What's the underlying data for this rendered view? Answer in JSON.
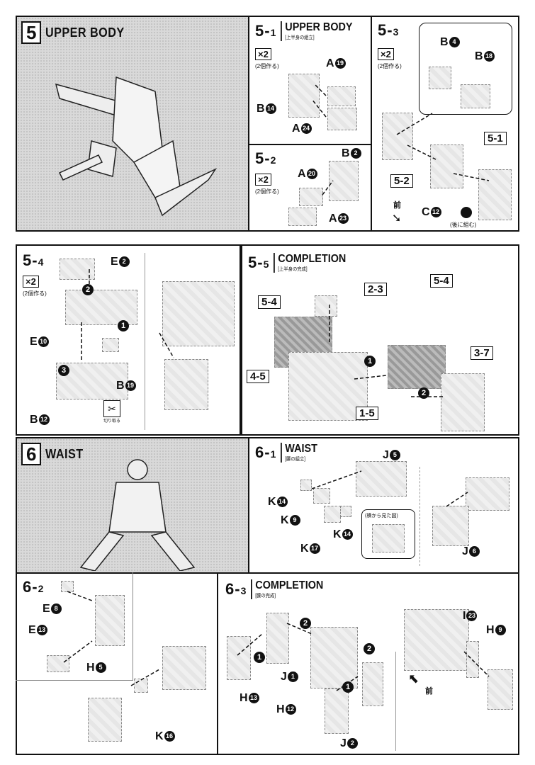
{
  "section5": {
    "number": "5",
    "title": "UPPER BODY"
  },
  "step5_1": {
    "number": "5-",
    "sub": "1",
    "title": "UPPER BODY",
    "jp": "[上半身の組立]",
    "multiplier": "×2",
    "note": "(2個作る)",
    "labels": {
      "a": "A",
      "a_num": "19",
      "b": "B",
      "b_num": "14",
      "c": "A",
      "c_num": "24"
    }
  },
  "step5_2": {
    "number": "5-",
    "sub": "2",
    "multiplier": "×2",
    "note": "(2個作る)",
    "labels": {
      "a": "A",
      "a_num": "20",
      "b": "B",
      "b_num": "2",
      "c": "A",
      "c_num": "23"
    }
  },
  "step5_3": {
    "number": "5-",
    "sub": "3",
    "multiplier": "×2",
    "note": "(2個作る)",
    "labels": {
      "a": "B",
      "a_num": "4",
      "b": "B",
      "b_num": "18",
      "c": "C",
      "c_num": "12"
    },
    "refs": {
      "r1": "5-1",
      "r2": "5-2"
    },
    "front": "前",
    "later": "(後に組む)"
  },
  "step5_4": {
    "number": "5-",
    "sub": "4",
    "multiplier": "×2",
    "note": "(2個作る)",
    "labels": {
      "a": "E",
      "a_num": "2",
      "b": "E",
      "b_num": "10",
      "c": "B",
      "c_num": "19",
      "d": "B",
      "d_num": "12"
    },
    "cut_note": "切り取る"
  },
  "step5_5": {
    "number": "5-",
    "sub": "5",
    "title": "COMPLETION",
    "jp": "[上半身の完成]",
    "refs": {
      "r1": "2-3",
      "r2": "5-4",
      "r3": "5-4",
      "r4": "3-7",
      "r5": "4-5",
      "r6": "1-5"
    }
  },
  "section6": {
    "number": "6",
    "title": "WAIST"
  },
  "step6_1": {
    "number": "6-",
    "sub": "1",
    "title": "WAIST",
    "jp": "[腰の組立]",
    "labels": {
      "a": "J",
      "a_num": "5",
      "b": "K",
      "b_num": "14",
      "c": "K",
      "c_num": "9",
      "d": "K",
      "d_num": "17",
      "e": "K",
      "e_num": "14",
      "f": "J",
      "f_num": "6"
    },
    "side_view": "(横から見た図)"
  },
  "step6_2": {
    "number": "6-",
    "sub": "2",
    "labels": {
      "a": "E",
      "a_num": "8",
      "b": "E",
      "b_num": "13",
      "c": "H",
      "c_num": "5",
      "d": "K",
      "d_num": "16"
    }
  },
  "step6_3": {
    "number": "6-",
    "sub": "3",
    "title": "COMPLETION",
    "jp": "[腰の完成]",
    "labels": {
      "a": "H",
      "a_num": "13",
      "b": "J",
      "b_num": "1",
      "c": "H",
      "c_num": "12",
      "d": "J",
      "d_num": "2",
      "e": "I",
      "e_num": "23",
      "f": "H",
      "f_num": "9"
    },
    "front": "前"
  },
  "steps": {
    "one": "1",
    "two": "2",
    "three": "3"
  }
}
